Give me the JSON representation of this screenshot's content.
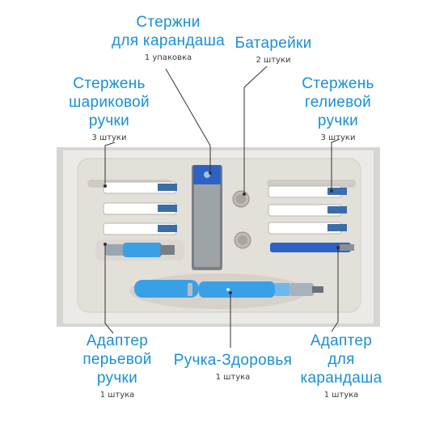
{
  "labels": {
    "lead_refills": {
      "title": "Стержни\nдля карандаша",
      "qty": "1 упаковка"
    },
    "batteries": {
      "title": "Батарейки",
      "qty": "2 штуки"
    },
    "ballpoint_refill": {
      "title": "Стержень\nшариковой\nручки",
      "qty": "3 штуки"
    },
    "gel_refill": {
      "title": "Стержень\nгелиевой\nручки",
      "qty": "3 штуки"
    },
    "fountain_adapter": {
      "title": "Адаптер\nперьевой\nручки",
      "qty": "1 штука"
    },
    "health_pen": {
      "title": "Ручка-Здоровья",
      "qty": "1 штука"
    },
    "pencil_adapter": {
      "title": "Адаптер\nдля\nкарандаша",
      "qty": "1 штука"
    }
  },
  "colors": {
    "accent_blue": "#1a8fd6",
    "pen_blue": "#3aa0e6",
    "tray": "#e9e6e1",
    "box": "#d9d7d3",
    "leader_line": "#333333"
  }
}
